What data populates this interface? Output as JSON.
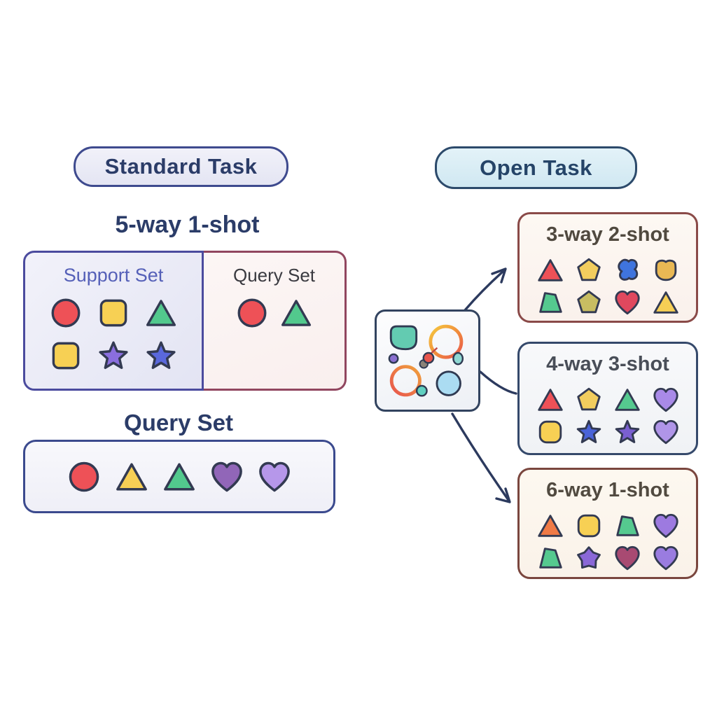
{
  "palette": {
    "navy_text": "#2b3c68",
    "purple_border": "#4b4b9e",
    "maroon_border": "#8a4a48",
    "navy_border": "#35496b",
    "brown_border": "#7a463e",
    "standard_pill_bg": "#e9eaf4",
    "open_pill_bg": "#d9edf5",
    "support_bg": "#ebecf6",
    "query_bg": "#fbf3f3",
    "arrow": "#2c3a5e"
  },
  "standard": {
    "pill_label": "Standard Task",
    "heading": "5-way 1-shot",
    "support_label": "Support Set",
    "query_side_label": "Query Set",
    "support_shapes": [
      {
        "name": "red-circle-shape",
        "type": "circle",
        "fill": "#ee5157"
      },
      {
        "name": "yellow-square-shape",
        "type": "square",
        "fill": "#f7d054"
      },
      {
        "name": "green-triangle-shape",
        "type": "triangle",
        "fill": "#52c98d"
      },
      {
        "name": "yellow-square-shape",
        "type": "square",
        "fill": "#f7d054"
      },
      {
        "name": "purple-star-shape",
        "type": "star",
        "fill": "#8a6ede"
      },
      {
        "name": "blue-star-shape",
        "type": "star",
        "fill": "#5a68dc"
      }
    ],
    "query_side_shapes": [
      {
        "name": "red-circle-shape",
        "type": "circle",
        "fill": "#ee5157"
      },
      {
        "name": "green-triangle-shape",
        "type": "triangle",
        "fill": "#52c98d"
      }
    ],
    "query_heading": "Query Set",
    "query_box_shapes": [
      {
        "name": "red-circle-shape",
        "type": "circle",
        "fill": "#ee5157"
      },
      {
        "name": "yellow-triangle-shape",
        "type": "triangle",
        "fill": "#f7cf55"
      },
      {
        "name": "green-triangle-shape",
        "type": "triangle",
        "fill": "#52c98d"
      },
      {
        "name": "purple-heart-shape",
        "type": "heart",
        "fill": "#9166b8"
      },
      {
        "name": "light-purple-heart-shape",
        "type": "heart",
        "fill": "#b697ea"
      }
    ]
  },
  "open": {
    "pill_label": "Open Task",
    "hub_icons": [
      "teal-blob-icon",
      "yellow-red-ring-icon",
      "purple-dot-icon",
      "red-dot-icon",
      "gray-dot-icon",
      "teal-dot-icon",
      "red-orange-ring-icon",
      "teal-small-dot-icon",
      "blue-circle-icon"
    ],
    "tasks": [
      {
        "title": "3-way 2-shot",
        "shapes": [
          {
            "name": "red-triangle-shape",
            "type": "triangle",
            "fill": "#ee5157"
          },
          {
            "name": "yellow-blob-shape",
            "type": "pentagon",
            "fill": "#f2cd5e"
          },
          {
            "name": "blue-blob-shape",
            "type": "cloud",
            "fill": "#3f74dd"
          },
          {
            "name": "yellow-shield-shape",
            "type": "shield",
            "fill": "#e9b854"
          },
          {
            "name": "green-trapezoid-shape",
            "type": "trapezoid",
            "fill": "#55c98f"
          },
          {
            "name": "olive-blob-shape",
            "type": "pentagon",
            "fill": "#c8bd62"
          },
          {
            "name": "red-heart-shape",
            "type": "heart",
            "fill": "#e0485e"
          },
          {
            "name": "yellow-triangle-shape",
            "type": "triangle",
            "fill": "#f6cf55"
          }
        ]
      },
      {
        "title": "4-way 3-shot",
        "shapes": [
          {
            "name": "red-triangle-shape",
            "type": "triangle",
            "fill": "#ee5157"
          },
          {
            "name": "yellow-blob-shape",
            "type": "pentagon",
            "fill": "#f2cd5e"
          },
          {
            "name": "green-triangle-shape",
            "type": "triangle",
            "fill": "#55c98f"
          },
          {
            "name": "light-purple-heart-shape",
            "type": "heart",
            "fill": "#a98ae8"
          },
          {
            "name": "yellow-square-shape",
            "type": "rsquare",
            "fill": "#f7d054"
          },
          {
            "name": "blue-star-shape",
            "type": "star",
            "fill": "#4a63d8"
          },
          {
            "name": "purple-star-shape",
            "type": "star",
            "fill": "#7a5fd0"
          },
          {
            "name": "light-purple-heart-shape",
            "type": "heart",
            "fill": "#b095e8"
          }
        ]
      },
      {
        "title": "6-way 1-shot",
        "shapes": [
          {
            "name": "orange-triangle-shape",
            "type": "triangle",
            "fill": "#f07a45"
          },
          {
            "name": "yellow-square-shape",
            "type": "rsquare",
            "fill": "#f7d054"
          },
          {
            "name": "green-trapezoid-shape",
            "type": "trapezoid",
            "fill": "#55c98f"
          },
          {
            "name": "purple-heart-shape",
            "type": "heart",
            "fill": "#9d7ae0"
          },
          {
            "name": "green-trapezoid-shape",
            "type": "trapezoid",
            "fill": "#55c98f"
          },
          {
            "name": "purple-blob-shape",
            "type": "blobstar",
            "fill": "#8a68d8"
          },
          {
            "name": "maroon-heart-shape",
            "type": "heart",
            "fill": "#a84a72"
          },
          {
            "name": "purple-heart-shape",
            "type": "heart",
            "fill": "#9a7ce0"
          }
        ]
      }
    ]
  }
}
